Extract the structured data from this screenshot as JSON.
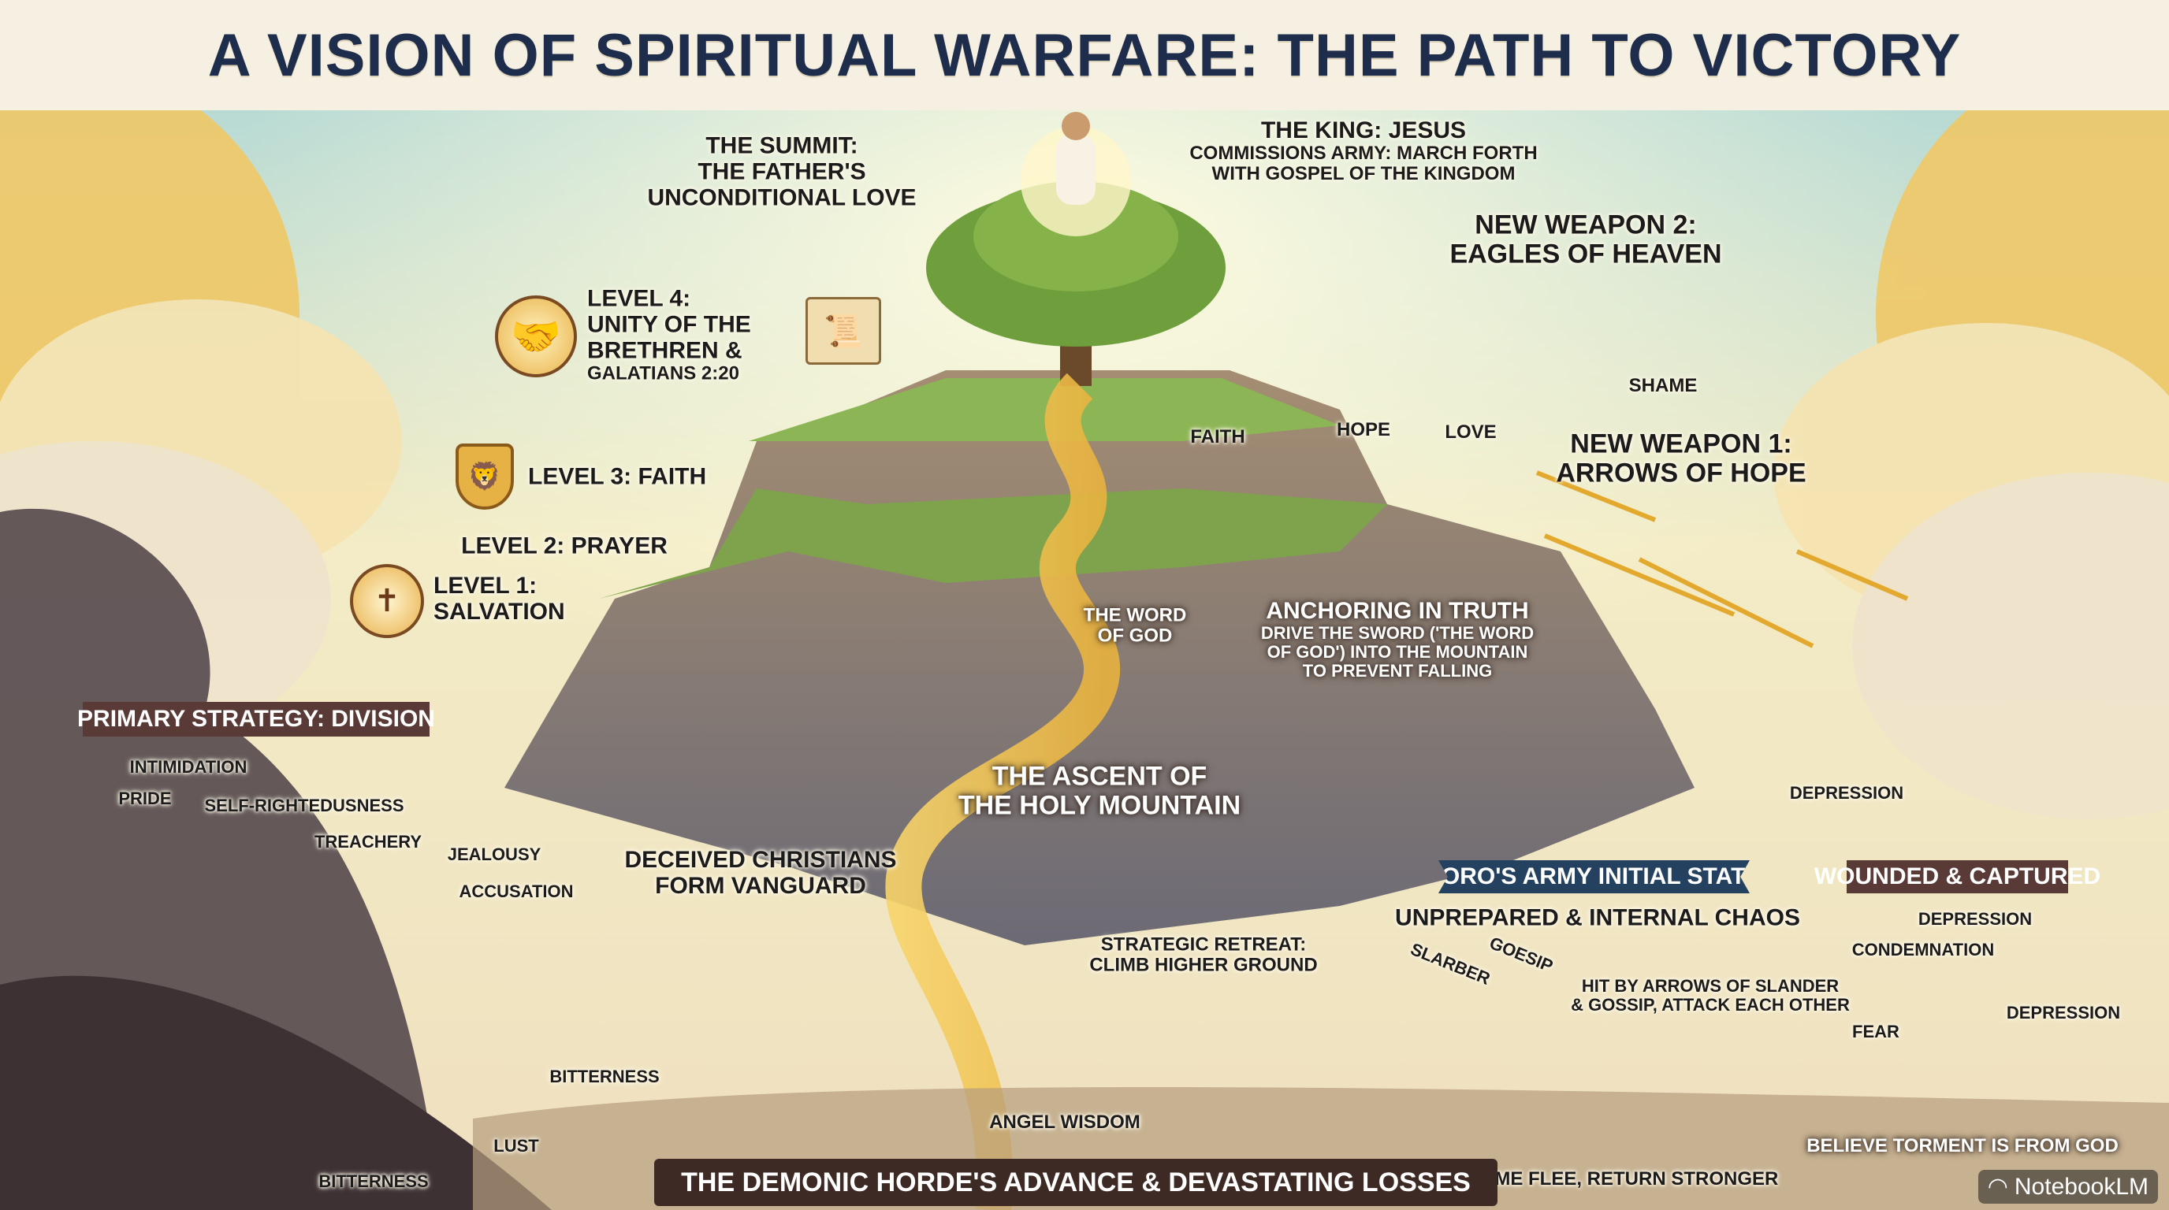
{
  "title": "A VISION OF SPIRITUAL WARFARE: THE PATH TO VICTORY",
  "colors": {
    "title": "#1e2d4c",
    "banner_brown": "#5a3a36",
    "banner_navy": "#24415f",
    "sky": "#bfe0de",
    "gold": "#f2c955",
    "mountain": "#8a7a6a"
  },
  "summit": {
    "line1": "THE SUMMIT:",
    "line2": "THE FATHER'S",
    "line3": "UNCONDITIONAL LOVE"
  },
  "king": {
    "title": "THE KING: JESUS",
    "line1": "COMMISSIONS ARMY: MARCH FORTH",
    "line2": "WITH GOSPEL OF THE KINGDOM"
  },
  "levels": {
    "level4": {
      "line1": "LEVEL 4:",
      "line2": "UNITY OF THE",
      "line3": "BRETHREN &",
      "line4": "GALATIANS 2:20",
      "icon": "handshake-icon"
    },
    "level3": {
      "label": "LEVEL 3: FAITH",
      "icon": "lion-shield-icon"
    },
    "level2": {
      "label": "LEVEL 2: PRAYER"
    },
    "level1": {
      "line1": "LEVEL 1:",
      "line2": "SALVATION",
      "icon": "cross-tomb-icon"
    }
  },
  "weapons": {
    "weapon2": {
      "line1": "NEW WEAPON 2:",
      "line2": "EAGLES OF HEAVEN"
    },
    "weapon1": {
      "line1": "NEW WEAPON 1:",
      "line2": "ARROWS OF HOPE"
    },
    "shame": "SHAME"
  },
  "virtues": {
    "faith": "FAITH",
    "hope": "HOPE",
    "love": "LOVE"
  },
  "word_of_god": {
    "line1": "THE WORD",
    "line2": "OF GOD"
  },
  "anchoring": {
    "title": "ANCHORING IN TRUTH",
    "line1": "DRIVE THE SWORD ('THE WORD",
    "line2": "OF GOD') INTO THE MOUNTAIN",
    "line3": "TO PREVENT FALLING"
  },
  "ascent": {
    "line1": "THE ASCENT OF",
    "line2": "THE HOLY MOUNTAIN"
  },
  "demons": {
    "banner": "PRIMARY STRATEGY: DIVISION",
    "intimidation": "INTIMIDATION",
    "pride": "PRIDE",
    "self_righteousness": "SELF-RIGHTEDUSNESS",
    "treachery": "TREACHERY",
    "jealousy": "JEALOUSY",
    "accusation": "ACCUSATION",
    "bitterness1": "BITTERNESS",
    "lust": "LUST",
    "bitterness2": "BITTERNESS"
  },
  "deceived": {
    "line1": "DECEIVED CHRISTIANS",
    "line2": "FORM VANGUARD"
  },
  "angel": {
    "retreat_line1": "STRATEGIC RETREAT:",
    "retreat_line2": "CLIMB HIGHER GROUND",
    "name": "ANGEL WISDOM"
  },
  "army": {
    "banner": "LORO'S ARMY INITIAL STATE",
    "subtitle": "UNPREPARED & INTERNAL CHAOS",
    "hit_line1": "HIT BY ARROWS OF SLANDER",
    "hit_line2": "& GOSSIP, ATTACK EACH OTHER",
    "arrow1": "SLARBER",
    "arrow2": "GOESIP",
    "flee": "SOME FLEE, RETURN STRONGER"
  },
  "wounded": {
    "banner": "WOUNDED & CAPTURED",
    "depression_top": "DEPRESSION",
    "condemnation": "CONDEMNATION",
    "fear": "FEAR",
    "depression_right": "DEPRESSION",
    "depression_eagle": "DEPRESSION",
    "believe": "BELIEVE TORMENT IS FROM GOD"
  },
  "bottom_banner": "THE DEMONIC HORDE'S ADVANCE & DEVASTATING LOSSES",
  "watermark": "NotebookLM"
}
